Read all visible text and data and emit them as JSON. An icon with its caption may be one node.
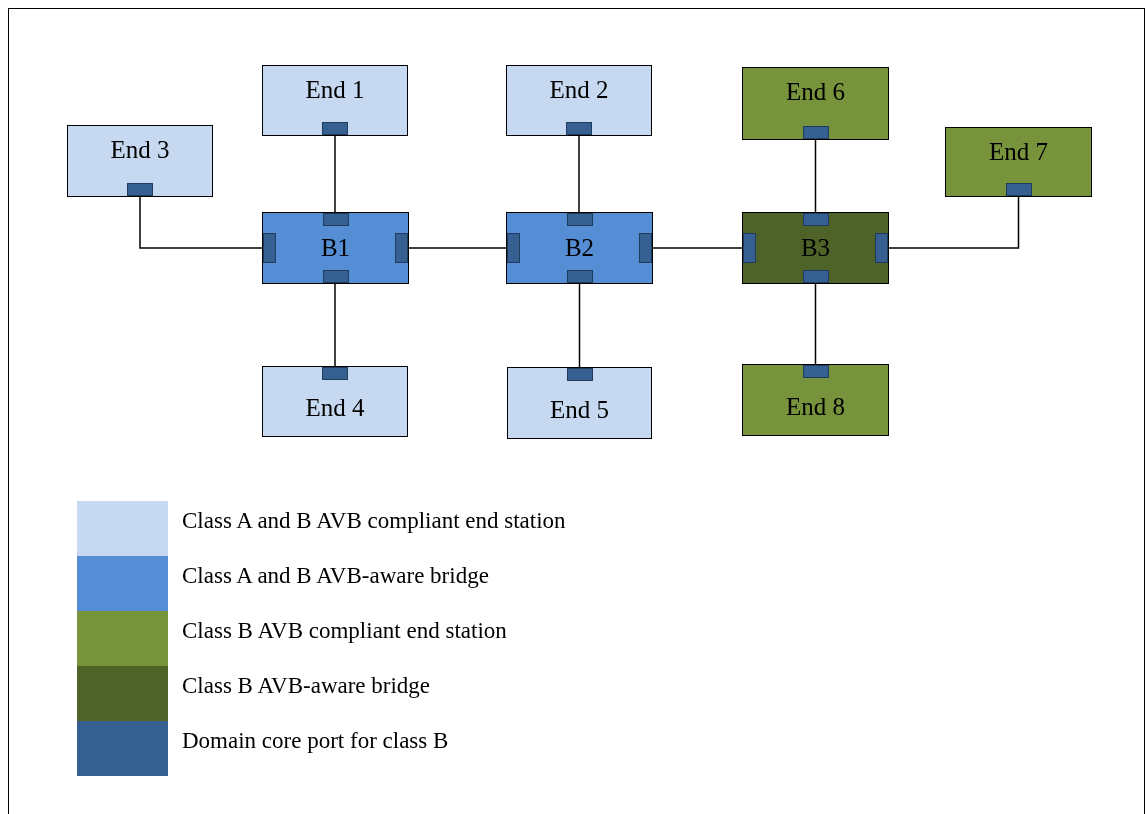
{
  "diagram": {
    "nodes": [
      {
        "text": [
          "End 1"
        ]
      },
      {
        "text": [
          "End 2"
        ]
      },
      {
        "text": [
          "End 6"
        ]
      },
      {
        "text": [
          "End 3"
        ]
      },
      {
        "text": [
          "End 7"
        ]
      },
      {
        "text": [
          "B1"
        ]
      },
      {
        "text": [
          "B2"
        ]
      },
      {
        "text": [
          "B3"
        ]
      },
      {
        "text": [
          "End 4"
        ]
      },
      {
        "text": [
          "End 5"
        ]
      },
      {
        "text": [
          "End 8"
        ]
      }
    ],
    "edges": [
      {
        "from": 3,
        "to": 5,
        "arrow": "none"
      },
      {
        "from": 0,
        "to": 5,
        "arrow": "none"
      },
      {
        "from": 5,
        "to": 8,
        "arrow": "none"
      },
      {
        "from": 5,
        "to": 6,
        "arrow": "none"
      },
      {
        "from": 1,
        "to": 6,
        "arrow": "none"
      },
      {
        "from": 6,
        "to": 9,
        "arrow": "none"
      },
      {
        "from": 6,
        "to": 7,
        "arrow": "none"
      },
      {
        "from": 2,
        "to": 7,
        "arrow": "none"
      },
      {
        "from": 7,
        "to": 4,
        "arrow": "none"
      },
      {
        "from": 7,
        "to": 10,
        "arrow": "none"
      }
    ],
    "legend": [
      {
        "text": "Class A and B AVB compliant end station",
        "color": "#c6d9f1"
      },
      {
        "text": "Class A and B AVB-aware bridge",
        "color": "#558ed5"
      },
      {
        "text": "Class B AVB compliant end station",
        "color": "#77933c"
      },
      {
        "text": "Class B AVB-aware bridge",
        "color": "#4f6228"
      },
      {
        "text": "Domain core port for class B",
        "color": "#376092"
      }
    ]
  }
}
